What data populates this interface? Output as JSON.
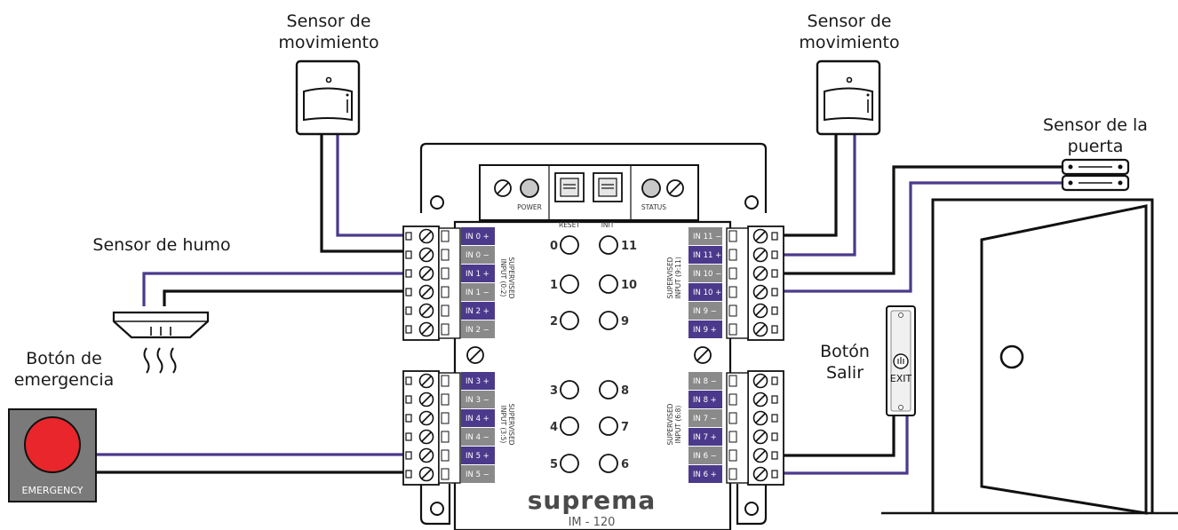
{
  "labels": {
    "motion_sensor_left": "Sensor de\nmovimiento",
    "motion_sensor_right": "Sensor de\nmovimiento",
    "door_sensor": "Sensor de la\npuerta",
    "smoke_sensor": "Sensor de humo",
    "emergency_button": "Botón de\nemergencia",
    "exit_button": "Botón\nSalir"
  },
  "module": {
    "brand": "suprema",
    "model": "IM - 120",
    "power_label": "POWER",
    "status_label": "STATUS",
    "reset_label": "RESET",
    "init_label": "INIT",
    "group_0_2_label": [
      "SUPERVISED",
      "INPUT (0:2)"
    ],
    "group_3_5_label": [
      "SUPERVISED",
      "INPUT (3:5)"
    ],
    "group_9_11_label": [
      "SUPERVISED",
      "INPUT (9:11)"
    ],
    "group_6_8_label": [
      "SUPERVISED",
      "INPUT (6:8)"
    ],
    "left_pins_top": [
      "IN 0 +",
      "IN 0 −",
      "IN 1 +",
      "IN 1 −",
      "IN 2 +",
      "IN 2 −"
    ],
    "left_pins_bottom": [
      "IN 3 +",
      "IN 3 −",
      "IN 4 +",
      "IN 4 −",
      "IN 5 +",
      "IN 5 −"
    ],
    "right_pins_top": [
      "IN 11 −",
      "IN 11 +",
      "IN 10 −",
      "IN 10 +",
      "IN 9 −",
      "IN 9 +"
    ],
    "right_pins_bottom": [
      "IN 8 −",
      "IN 8 +",
      "IN 7 −",
      "IN 7 +",
      "IN 6 −",
      "IN 6 +"
    ],
    "leds_left": [
      "0",
      "1",
      "2",
      "3",
      "4",
      "5"
    ],
    "leds_right": [
      "11",
      "10",
      "9",
      "8",
      "7",
      "6"
    ]
  },
  "devices": {
    "emergency_text": "EMERGENCY",
    "exit_text": "EXIT"
  },
  "colors": {
    "purple": "#4b3a8c",
    "grey": "#8a8a8a",
    "wire_dark": "#111111",
    "emergency_red": "#e8262b",
    "emergency_box": "#7a7a7a"
  }
}
